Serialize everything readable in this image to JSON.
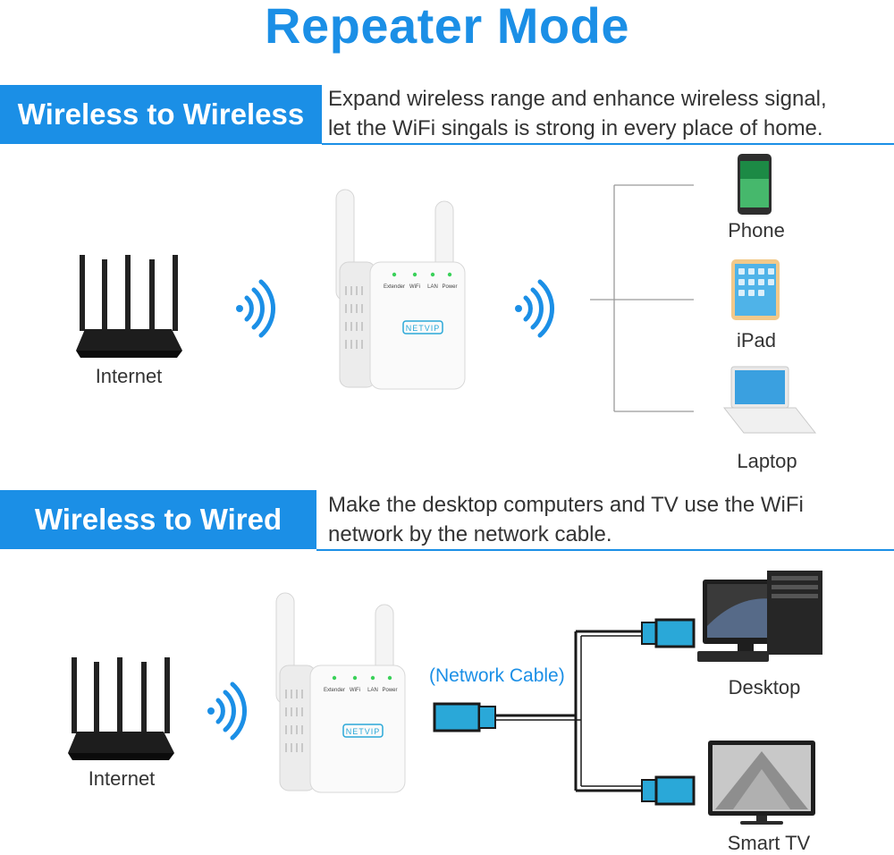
{
  "title": "Repeater Mode",
  "section1": {
    "banner": "Wireless to Wireless",
    "description_line1": "Expand wireless range and enhance wireless signal,",
    "description_line2": "let the WiFi singals is strong in every place of home.",
    "router_label": "Internet",
    "devices": [
      "Phone",
      "iPad",
      "Laptop"
    ]
  },
  "section2": {
    "banner": "Wireless to Wired",
    "description_line1": "Make the desktop computers and TV use the WiFi",
    "description_line2": "network by the network cable.",
    "router_label": "Internet",
    "cable_label": "(Network Cable)",
    "devices": [
      "Desktop",
      "Smart TV"
    ]
  },
  "extender": {
    "brand": "NETVIP",
    "indicators": [
      "Extender",
      "WiFi",
      "LAN",
      "Power"
    ]
  },
  "colors": {
    "accent": "#1b8fe6",
    "connector": "#2aa8d8",
    "led": "#3bd15a"
  }
}
